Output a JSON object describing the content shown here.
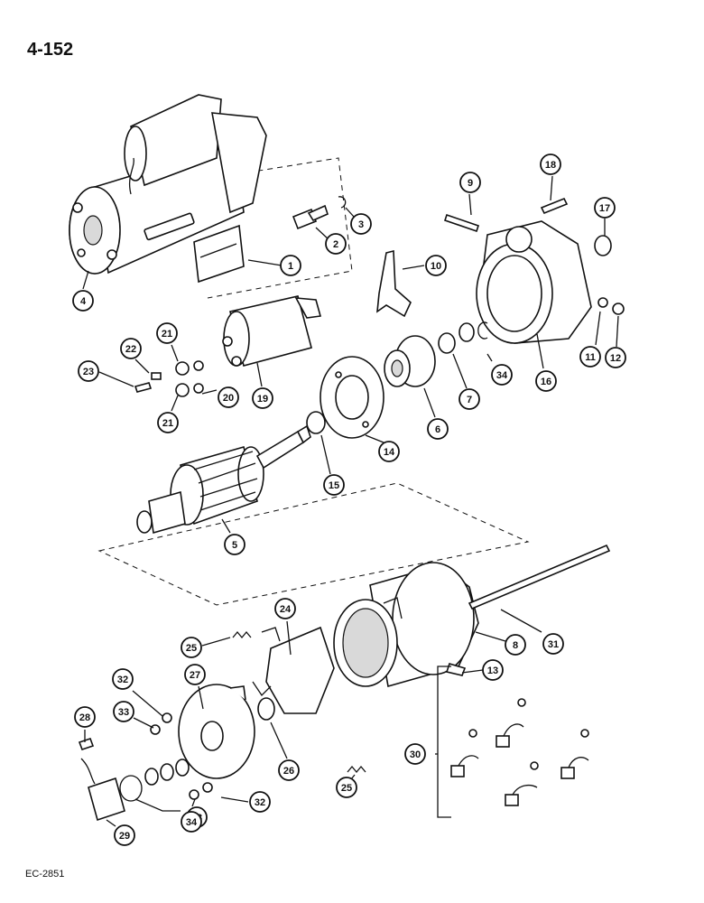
{
  "header": {
    "page_number": "4-152"
  },
  "footer": {
    "figure_code": "EC-2851"
  },
  "callouts": [
    {
      "id": "c1",
      "label": "1"
    },
    {
      "id": "c2",
      "label": "2"
    },
    {
      "id": "c3",
      "label": "3"
    },
    {
      "id": "c4",
      "label": "4"
    },
    {
      "id": "c5",
      "label": "5"
    },
    {
      "id": "c6",
      "label": "6"
    },
    {
      "id": "c7",
      "label": "7"
    },
    {
      "id": "c8",
      "label": "8"
    },
    {
      "id": "c9",
      "label": "9"
    },
    {
      "id": "c10",
      "label": "10"
    },
    {
      "id": "c11",
      "label": "11"
    },
    {
      "id": "c12",
      "label": "12"
    },
    {
      "id": "c13",
      "label": "13"
    },
    {
      "id": "c14",
      "label": "14"
    },
    {
      "id": "c15",
      "label": "15"
    },
    {
      "id": "c16",
      "label": "16"
    },
    {
      "id": "c17",
      "label": "17"
    },
    {
      "id": "c18",
      "label": "18"
    },
    {
      "id": "c19",
      "label": "19"
    },
    {
      "id": "c20",
      "label": "20"
    },
    {
      "id": "c21a",
      "label": "21"
    },
    {
      "id": "c21b",
      "label": "21"
    },
    {
      "id": "c22",
      "label": "22"
    },
    {
      "id": "c23",
      "label": "23"
    },
    {
      "id": "c24",
      "label": "24"
    },
    {
      "id": "c25a",
      "label": "25"
    },
    {
      "id": "c25b",
      "label": "25"
    },
    {
      "id": "c26",
      "label": "26"
    },
    {
      "id": "c27",
      "label": "27"
    },
    {
      "id": "c28",
      "label": "28"
    },
    {
      "id": "c29",
      "label": "29"
    },
    {
      "id": "c30",
      "label": "30"
    },
    {
      "id": "c31",
      "label": "31"
    },
    {
      "id": "c32a",
      "label": "32"
    },
    {
      "id": "c32b",
      "label": "32"
    },
    {
      "id": "c33a",
      "label": "33"
    },
    {
      "id": "c33b",
      "label": "33"
    },
    {
      "id": "c34a",
      "label": "34"
    },
    {
      "id": "c34b",
      "label": "34"
    }
  ]
}
